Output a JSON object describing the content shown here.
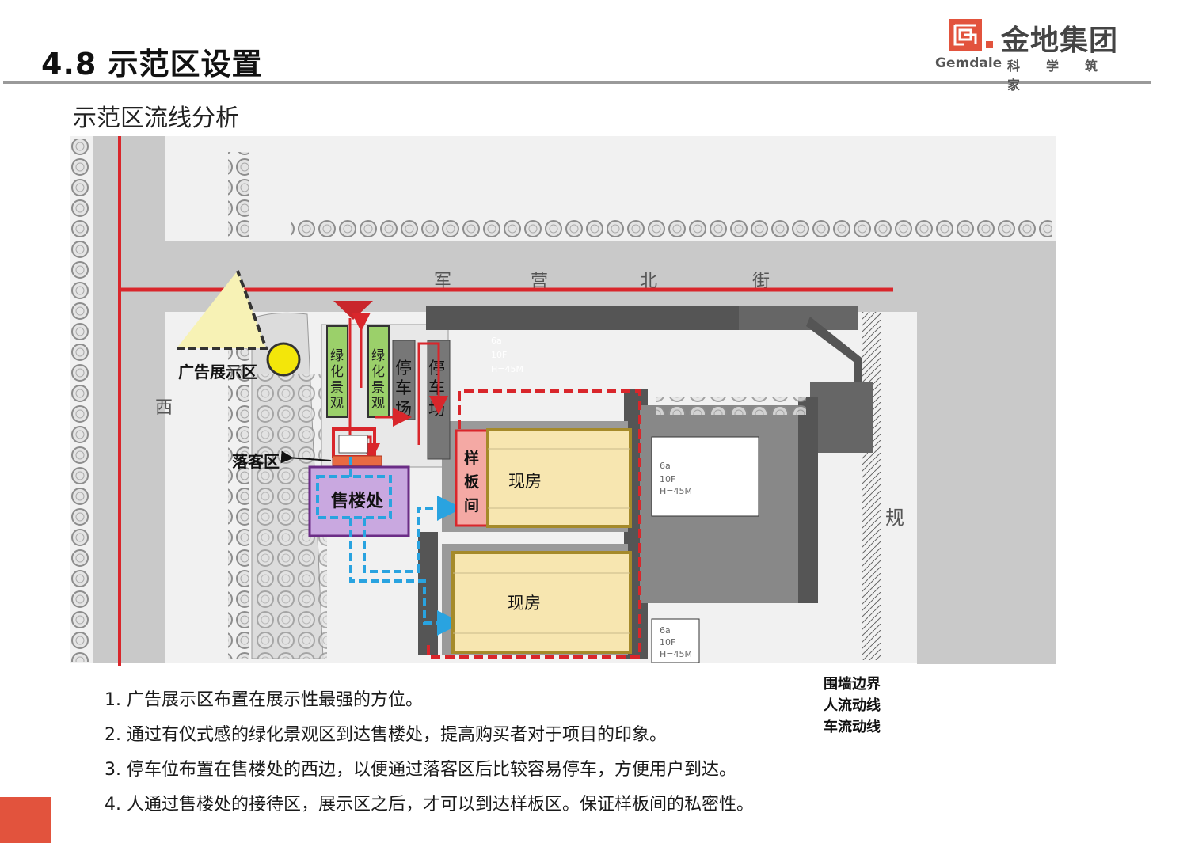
{
  "header": {
    "title": "4.8 示范区设置",
    "subtitle": "示范区流线分析"
  },
  "logo": {
    "name": "金地集团",
    "english": "Gemdale",
    "slogan": "科学筑家"
  },
  "plan": {
    "street_north": [
      "军",
      "营",
      "北",
      "街"
    ],
    "street_west": "西",
    "street_east": "规",
    "ad_zone": "广告展示区",
    "green_left": [
      "绿",
      "化",
      "景",
      "观"
    ],
    "green_right": [
      "绿",
      "化",
      "景",
      "观"
    ],
    "parking_left": [
      "停",
      "车",
      "场"
    ],
    "parking_right": [
      "停",
      "车",
      "场"
    ],
    "dropoff": "落客区",
    "sales_office": "售楼处",
    "sample_room": [
      "样",
      "板",
      "间"
    ],
    "building_upper": "现房",
    "building_lower": "现房",
    "tower_a": [
      "6a",
      "10F",
      "H=45M"
    ],
    "tower_b": [
      "6a",
      "10F",
      "H=45M"
    ],
    "tower_c": [
      "6a",
      "10F",
      "H=45M"
    ]
  },
  "legend": [
    {
      "label": "围墙边界",
      "type": "wall",
      "color": "#d9262b"
    },
    {
      "label": "人流动线",
      "type": "pedestrian",
      "color": "#29a3e0"
    },
    {
      "label": "车流动线",
      "type": "vehicle",
      "color": "#d9262b"
    }
  ],
  "notes": [
    "1.  广告展示区布置在展示性最强的方位。",
    "2.  通过有仪式感的绿化景观区到达售楼处，提高购买者对于项目的印象。",
    "3.  停车位布置在售楼处的西边，以便通过落客区后比较容易停车，方便用户到达。",
    "4.  人通过售楼处的接待区，展示区之后，才可以到达样板区。保证样板间的私密性。"
  ],
  "colors": {
    "accent": "#e2533d",
    "wall": "#d9262b",
    "pedestrian": "#29a3e0",
    "sales_fill": "#c9a8e0",
    "building_fill": "#f7e6b0",
    "green_fill": "#9bd06a"
  }
}
